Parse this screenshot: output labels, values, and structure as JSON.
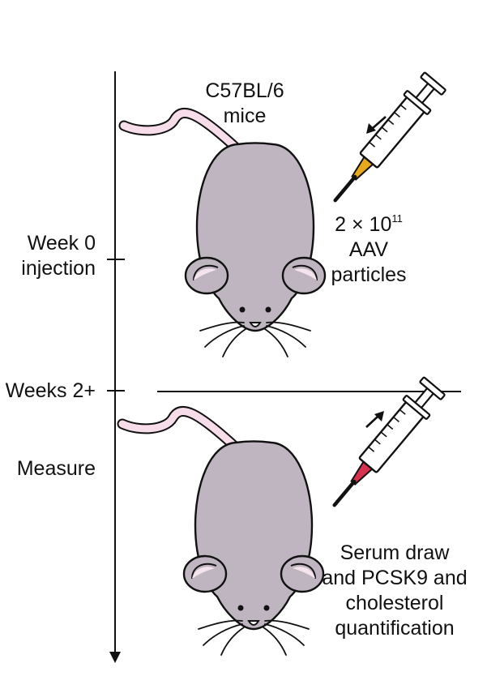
{
  "timeline": {
    "week0": {
      "line1": "Week 0",
      "line2": "injection"
    },
    "weeks2": "Weeks 2+",
    "measure": "Measure"
  },
  "mouse_strain": {
    "line1": "C57BL/6",
    "line2": "mice"
  },
  "injection": {
    "dose_prefix": "2 × 10",
    "dose_exponent": "11",
    "line2": "AAV",
    "line3": "particles"
  },
  "readout": {
    "line1": "Serum draw",
    "line2": "and PCSK9 and",
    "line3": "cholesterol",
    "line4": "quantification"
  },
  "colors": {
    "mouse_body": "#bfb5c0",
    "mouse_ear_inner": "#f3e4ee",
    "tail": "#f7dde9",
    "aav_liquid": "#f5b82e",
    "aav_needle": "#e8a91c",
    "serum_liquid": "#ea3b63",
    "serum_needle": "#d8304f"
  },
  "icons": [
    "mouse-icon",
    "syringe-icon",
    "arrow-icon"
  ]
}
